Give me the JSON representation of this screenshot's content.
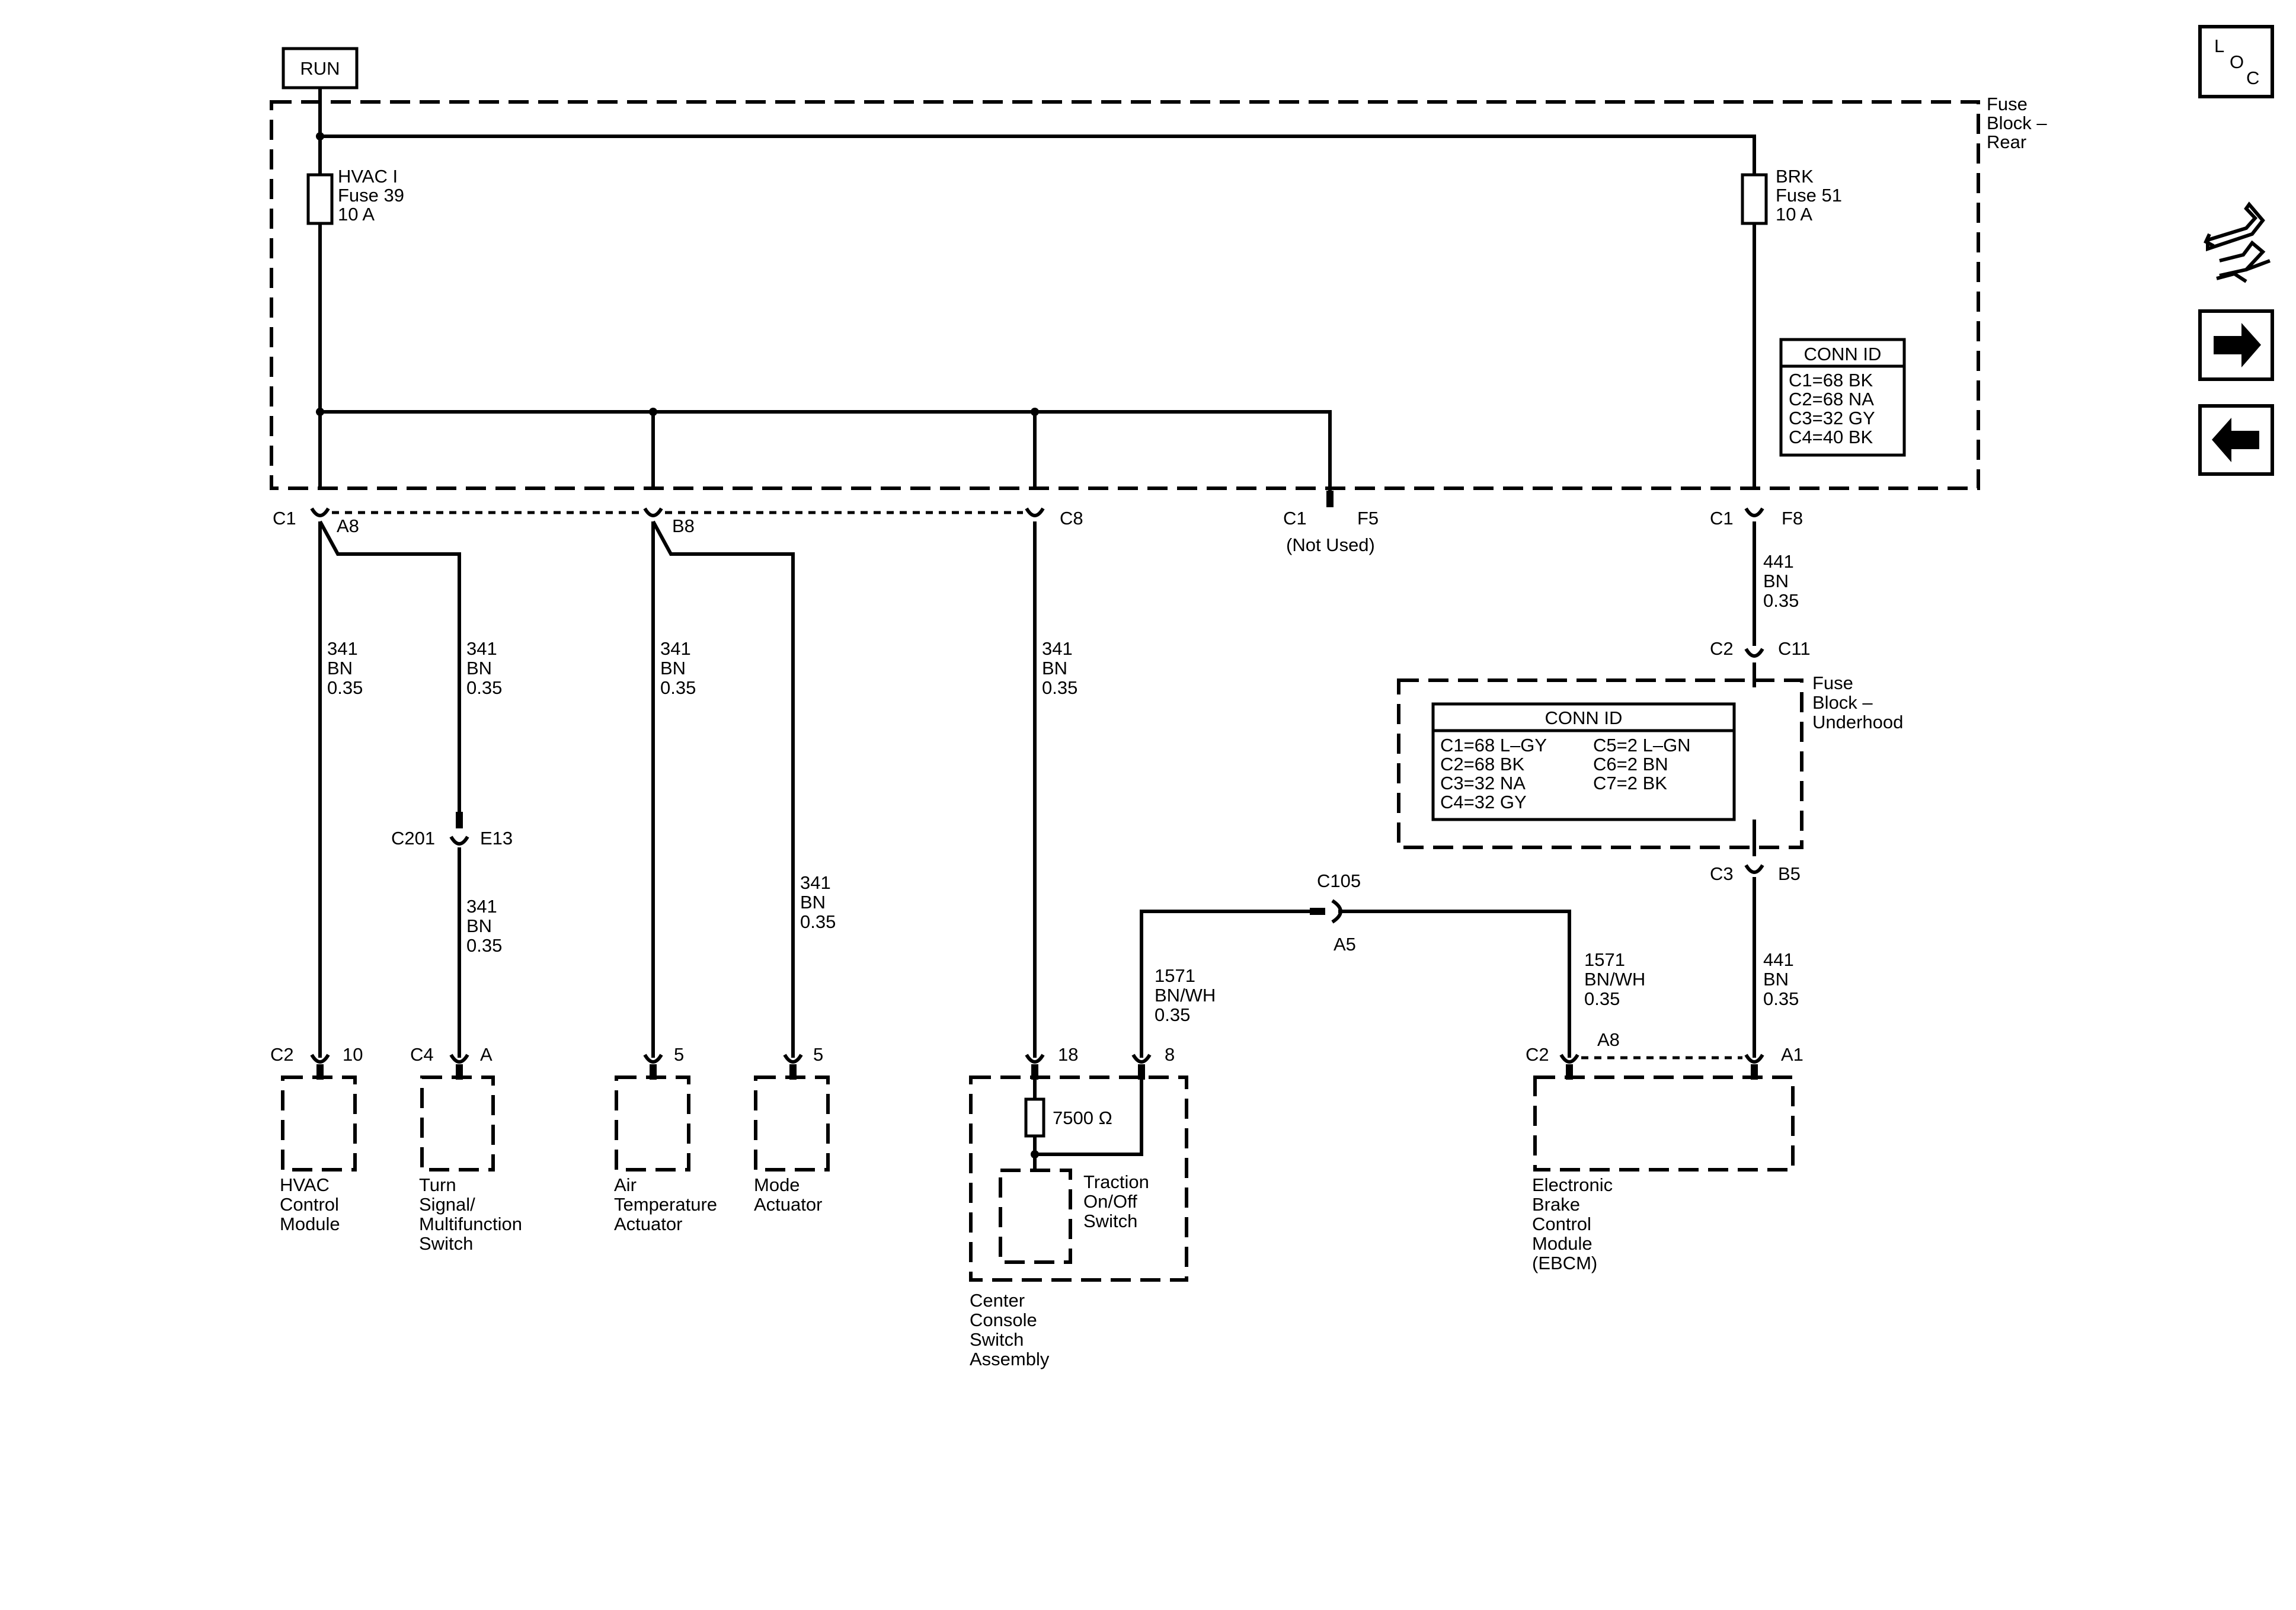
{
  "power": {
    "run_label": "RUN"
  },
  "fuse_block_rear": {
    "label_line1": "Fuse",
    "label_line2": "Block –",
    "label_line3": "Rear"
  },
  "fuses": {
    "hvac": {
      "line1": "HVAC I",
      "line2": "Fuse 39",
      "line3": "10 A"
    },
    "brk": {
      "line1": "BRK",
      "line2": "Fuse 51",
      "line3": "10 A"
    }
  },
  "conn_id_rear": {
    "title": "CONN ID",
    "rows": [
      "C1=68 BK",
      "C2=68 NA",
      "C3=32 GY",
      "C4=40 BK"
    ]
  },
  "rear_connectors": {
    "a8": {
      "conn": "C1",
      "pin": "A8"
    },
    "b8": {
      "pin": "B8"
    },
    "c8": {
      "pin": "C8"
    },
    "f5": {
      "conn": "C1",
      "pin": "F5",
      "note": "(Not Used)"
    },
    "f8": {
      "conn": "C1",
      "pin": "F8"
    }
  },
  "wire_341": {
    "circuit": "341",
    "color": "BN",
    "size": "0.35"
  },
  "wire_441": {
    "circuit": "441",
    "color": "BN",
    "size": "0.35"
  },
  "wire_1571": {
    "circuit": "1571",
    "color": "BN/WH",
    "size": "0.35"
  },
  "inline_connectors": {
    "c201": {
      "conn": "C201",
      "pin": "E13"
    },
    "c2_c11": {
      "conn": "C2",
      "pin": "C11"
    },
    "c3_b5": {
      "conn": "C3",
      "pin": "B5"
    },
    "c105": {
      "conn": "C105",
      "pin": "A5"
    }
  },
  "fuse_block_underhood": {
    "label_line1": "Fuse",
    "label_line2": "Block –",
    "label_line3": "Underhood",
    "conn_id_title": "CONN ID",
    "left_rows": [
      "C1=68 L–GY",
      "C2=68 BK",
      "C3=32 NA",
      "C4=32 GY"
    ],
    "right_rows": [
      "C5=2 L–GN",
      "C6=2 BN",
      "C7=2 BK"
    ]
  },
  "components": {
    "hvac": {
      "conn": "C2",
      "pin": "10",
      "line1": "HVAC",
      "line2": "Control",
      "line3": "Module"
    },
    "turn": {
      "conn": "C4",
      "pin": "A",
      "line1": "Turn",
      "line2": "Signal/",
      "line3": "Multifunction",
      "line4": "Switch"
    },
    "air": {
      "pin": "5",
      "line1": "Air",
      "line2": "Temperature",
      "line3": "Actuator"
    },
    "mode": {
      "pin": "5",
      "line1": "Mode",
      "line2": "Actuator"
    },
    "console": {
      "pin_a": "18",
      "pin_b": "8",
      "resistor": "7500 Ω",
      "switch_line1": "Traction",
      "switch_line2": "On/Off",
      "switch_line3": "Switch",
      "line1": "Center",
      "line2": "Console",
      "line3": "Switch",
      "line4": "Assembly"
    },
    "ebcm": {
      "conn": "C2",
      "pin_a8": "A8",
      "pin_a1": "A1",
      "line1": "Electronic",
      "line2": "Brake",
      "line3": "Control",
      "line4": "Module",
      "line5": "(EBCM)"
    }
  },
  "nav": {
    "loc_l": "L",
    "loc_o": "O",
    "loc_c": "C",
    "icons": [
      "loc-icon",
      "component-hand-icon",
      "arrow-right-icon",
      "arrow-left-icon"
    ]
  }
}
